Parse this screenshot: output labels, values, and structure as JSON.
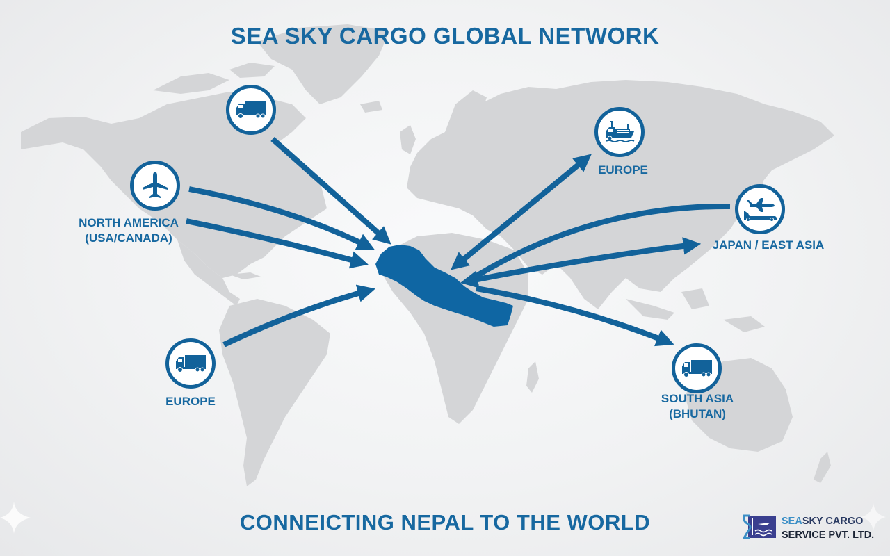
{
  "header": {
    "title": "SEA SKY CARGO GLOBAL NETWORK"
  },
  "footer": {
    "tagline": "CONNEICTING NEPAL TO THE WORLD"
  },
  "logo": {
    "line1_part1": "SEA",
    "line1_part2": "SKY CARGO",
    "line2": "SERVICE PVT. LTD."
  },
  "hub": {
    "name": "Nepal",
    "color": "#0f66a3"
  },
  "colors": {
    "primary": "#1768a0",
    "arrow": "#12629a",
    "land": "#d3d4d6",
    "background": "#f1f2f3"
  },
  "nodes": [
    {
      "id": "north-truck",
      "icon": "truck-icon",
      "label_lines": []
    },
    {
      "id": "north-america",
      "icon": "airplane-icon",
      "label_lines": [
        "NORTH AMERICA",
        "(USA/CANADA)"
      ]
    },
    {
      "id": "south-america-europe",
      "icon": "truck-icon",
      "label_lines": [
        "EUROPE"
      ]
    },
    {
      "id": "europe",
      "icon": "ship-truck-icon",
      "label_lines": [
        "EUROPE"
      ]
    },
    {
      "id": "japan-east-asia",
      "icon": "plane-truck-icon",
      "label_lines": [
        "JAPAN / EAST ASIA"
      ]
    },
    {
      "id": "south-asia",
      "icon": "truck-icon",
      "label_lines": [
        "SOUTH ASIA",
        "(BHUTAN)"
      ]
    }
  ]
}
